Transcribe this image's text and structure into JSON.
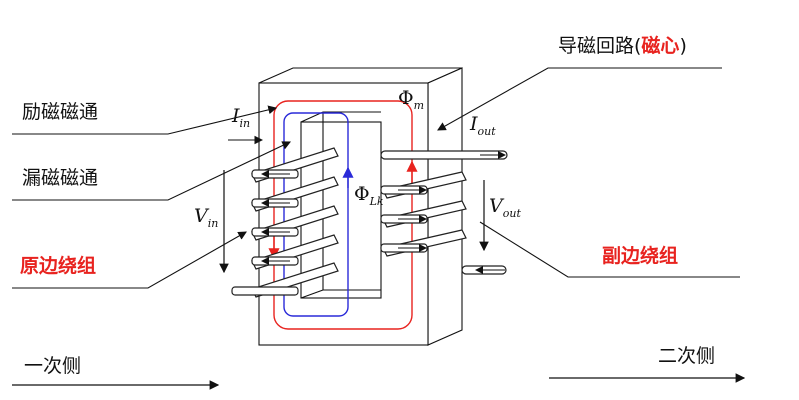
{
  "labels": {
    "core_path": "导磁回路(",
    "core_word": "磁心",
    "core_close": ")",
    "excitation_flux": "励磁磁通",
    "leakage_flux": "漏磁磁通",
    "primary_winding": "原边绕组",
    "secondary_winding": "副边绕组",
    "primary_side": "一次侧",
    "secondary_side": "二次侧"
  },
  "symbols": {
    "phi_m": {
      "main": "Φ",
      "sub": "m"
    },
    "phi_lk": {
      "main": "Φ",
      "sub": "Lk"
    },
    "i_in": {
      "main": "I",
      "sub": "in"
    },
    "i_out": {
      "main": "I",
      "sub": "out"
    },
    "v_in": {
      "main": "V",
      "sub": "in"
    },
    "v_out": {
      "main": "V",
      "sub": "out"
    }
  },
  "colors": {
    "excitation_flux_path": "#e8231f",
    "leakage_flux_path": "#2a2ad8",
    "highlight_text": "#e8231f"
  }
}
